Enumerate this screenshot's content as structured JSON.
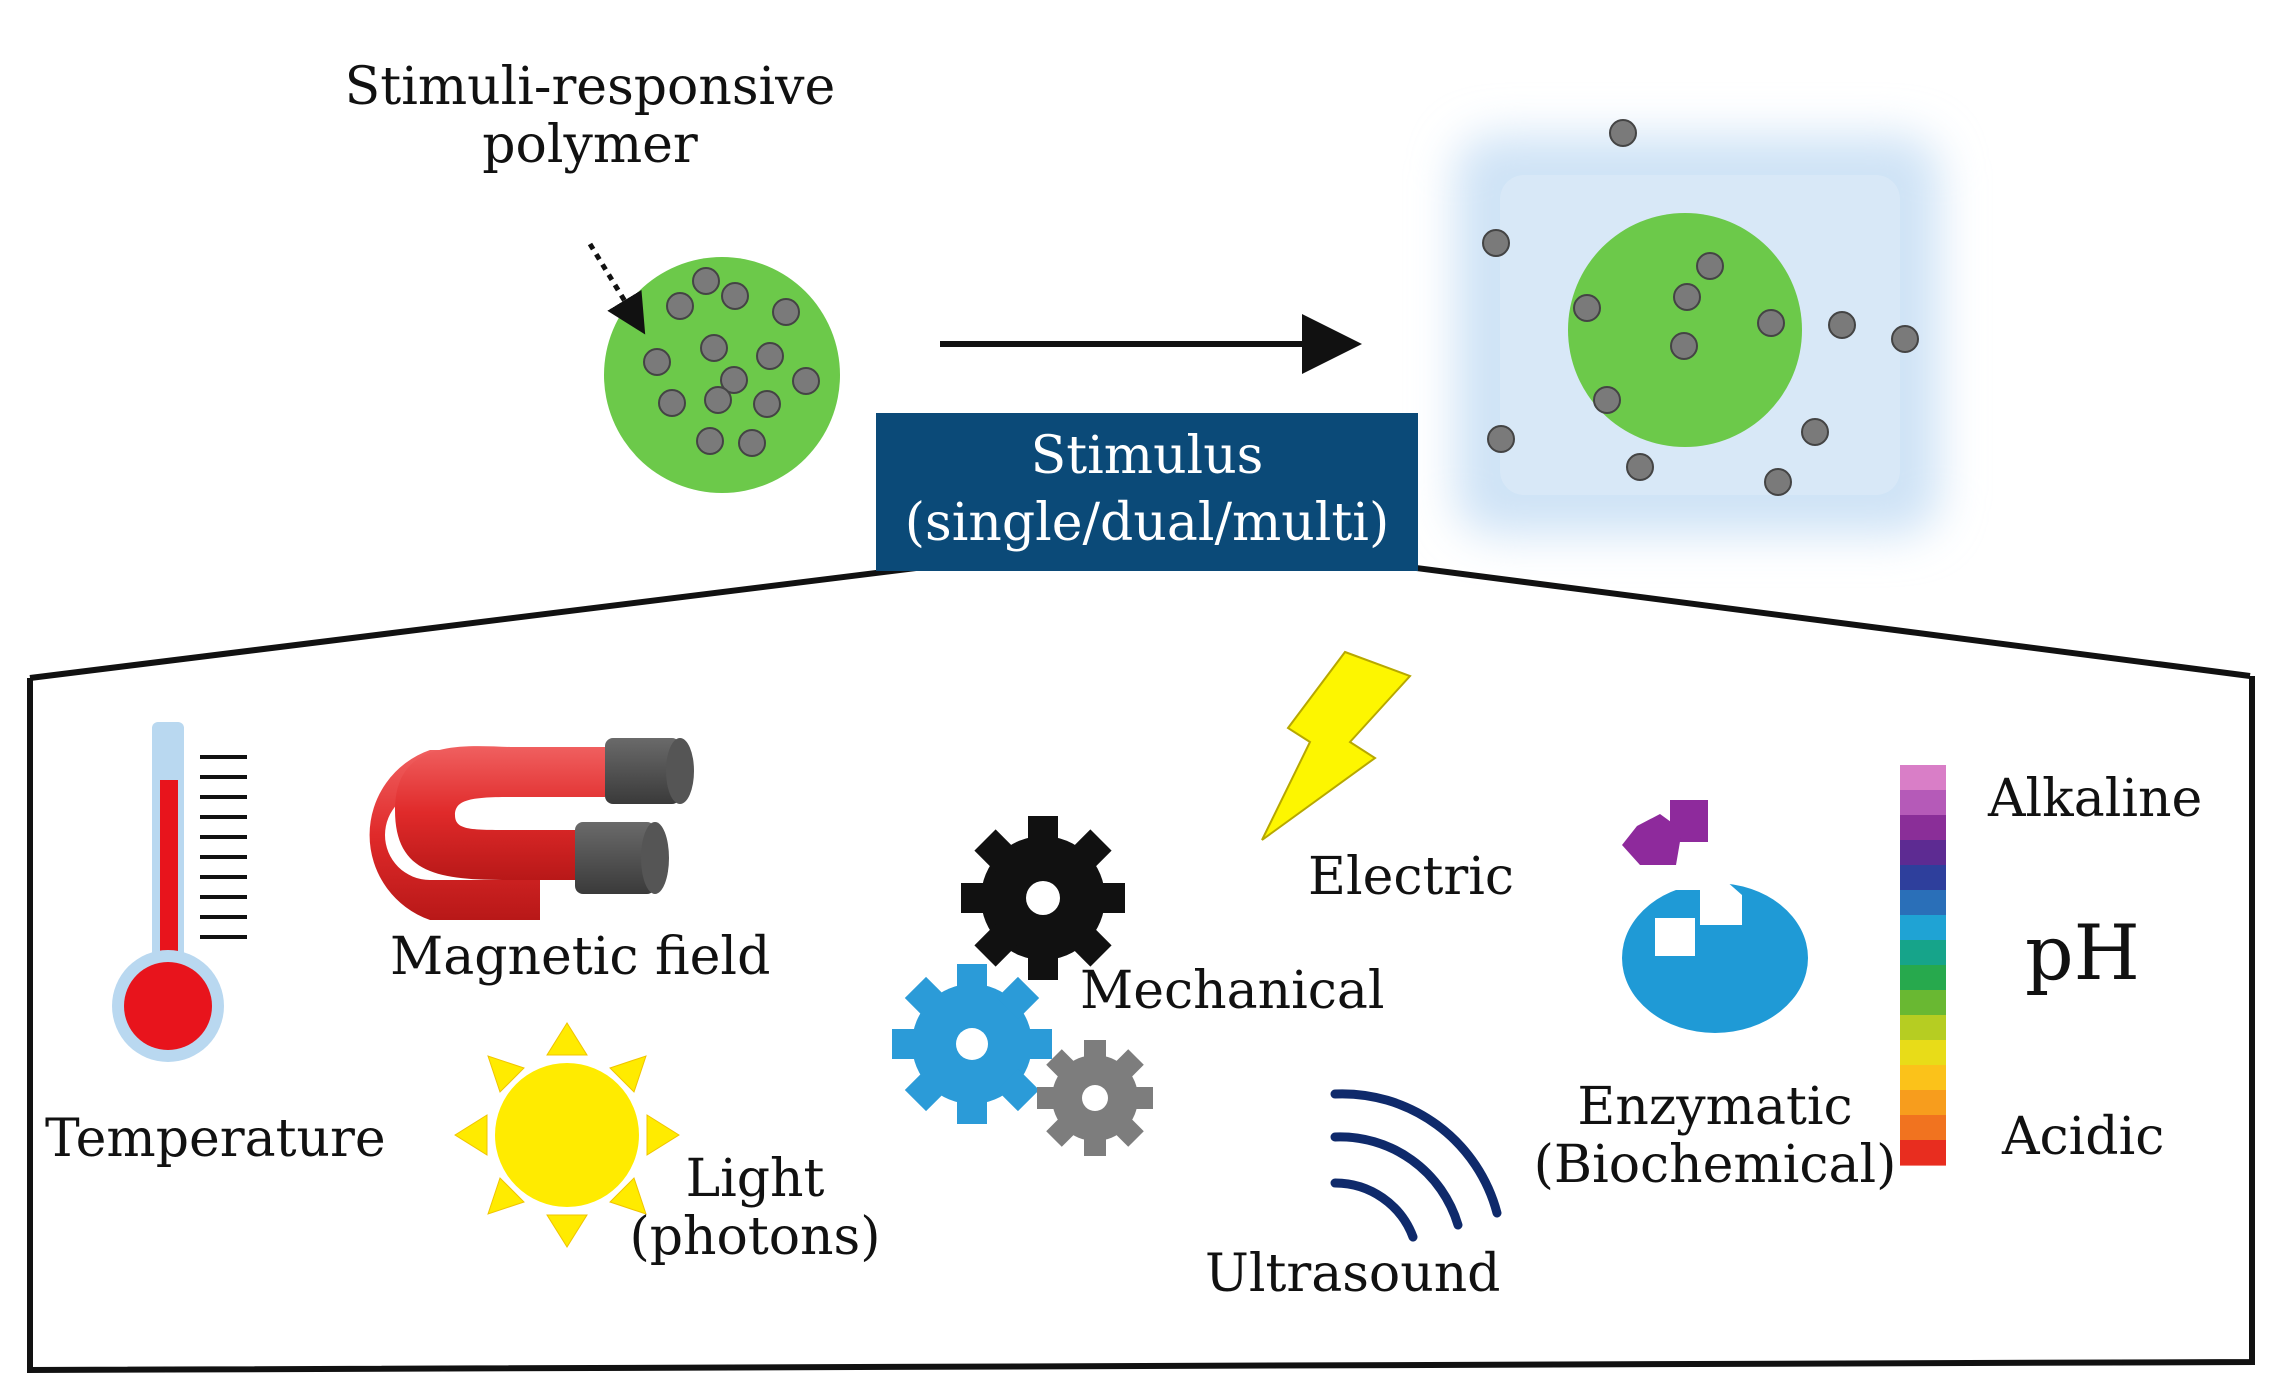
{
  "top": {
    "polymer_label_line1": "Stimuli-responsive",
    "polymer_label_line2": "polymer",
    "stimulus_line1": "Stimulus",
    "stimulus_line2": "(single/dual/multi)"
  },
  "stimuli": {
    "temperature": "Temperature",
    "magnetic": "Magnetic field",
    "light_line1": "Light",
    "light_line2": "(photons)",
    "mechanical": "Mechanical",
    "electric": "Electric",
    "ultrasound": "Ultrasound",
    "enzymatic_line1": "Enzymatic",
    "enzymatic_line2": "(Biochemical)",
    "ph": "pH",
    "alkaline": "Alkaline",
    "acidic": "Acidic"
  },
  "colors": {
    "particle_green": "#6cc94a",
    "drug_gray": "#7a7a7a",
    "stimulus_box": "#0b4a78",
    "glow": "#cfe3f6",
    "thermo_red": "#e8141c",
    "magnet_red": "#e83a3a",
    "sun_yellow": "#ffeb00",
    "gear_black": "#111111",
    "gear_blue": "#2b9bd8",
    "gear_gray": "#7d7d7d",
    "bolt_yellow": "#fdf600",
    "ultrasound_navy": "#0f2a6b",
    "enzyme_blue": "#1f9ad6",
    "substrate_purple": "#8e2a9c"
  },
  "ph_scale_colors": [
    "#d97ec7",
    "#b55ab8",
    "#8a2e98",
    "#5d2b92",
    "#2e3f9c",
    "#2a6fb8",
    "#1fa3d4",
    "#16a48a",
    "#27a94d",
    "#69b832",
    "#b6cd22",
    "#e8dc18",
    "#fbc21a",
    "#f79d1d",
    "#f1731f",
    "#e82d1f"
  ],
  "icons": {
    "thermometer": "thermometer-icon",
    "magnet": "magnet-icon",
    "sun": "sun-icon",
    "gears": "gears-icon",
    "bolt": "lightning-bolt-icon",
    "ultrasound": "ultrasound-waves-icon",
    "enzyme": "enzyme-icon"
  }
}
